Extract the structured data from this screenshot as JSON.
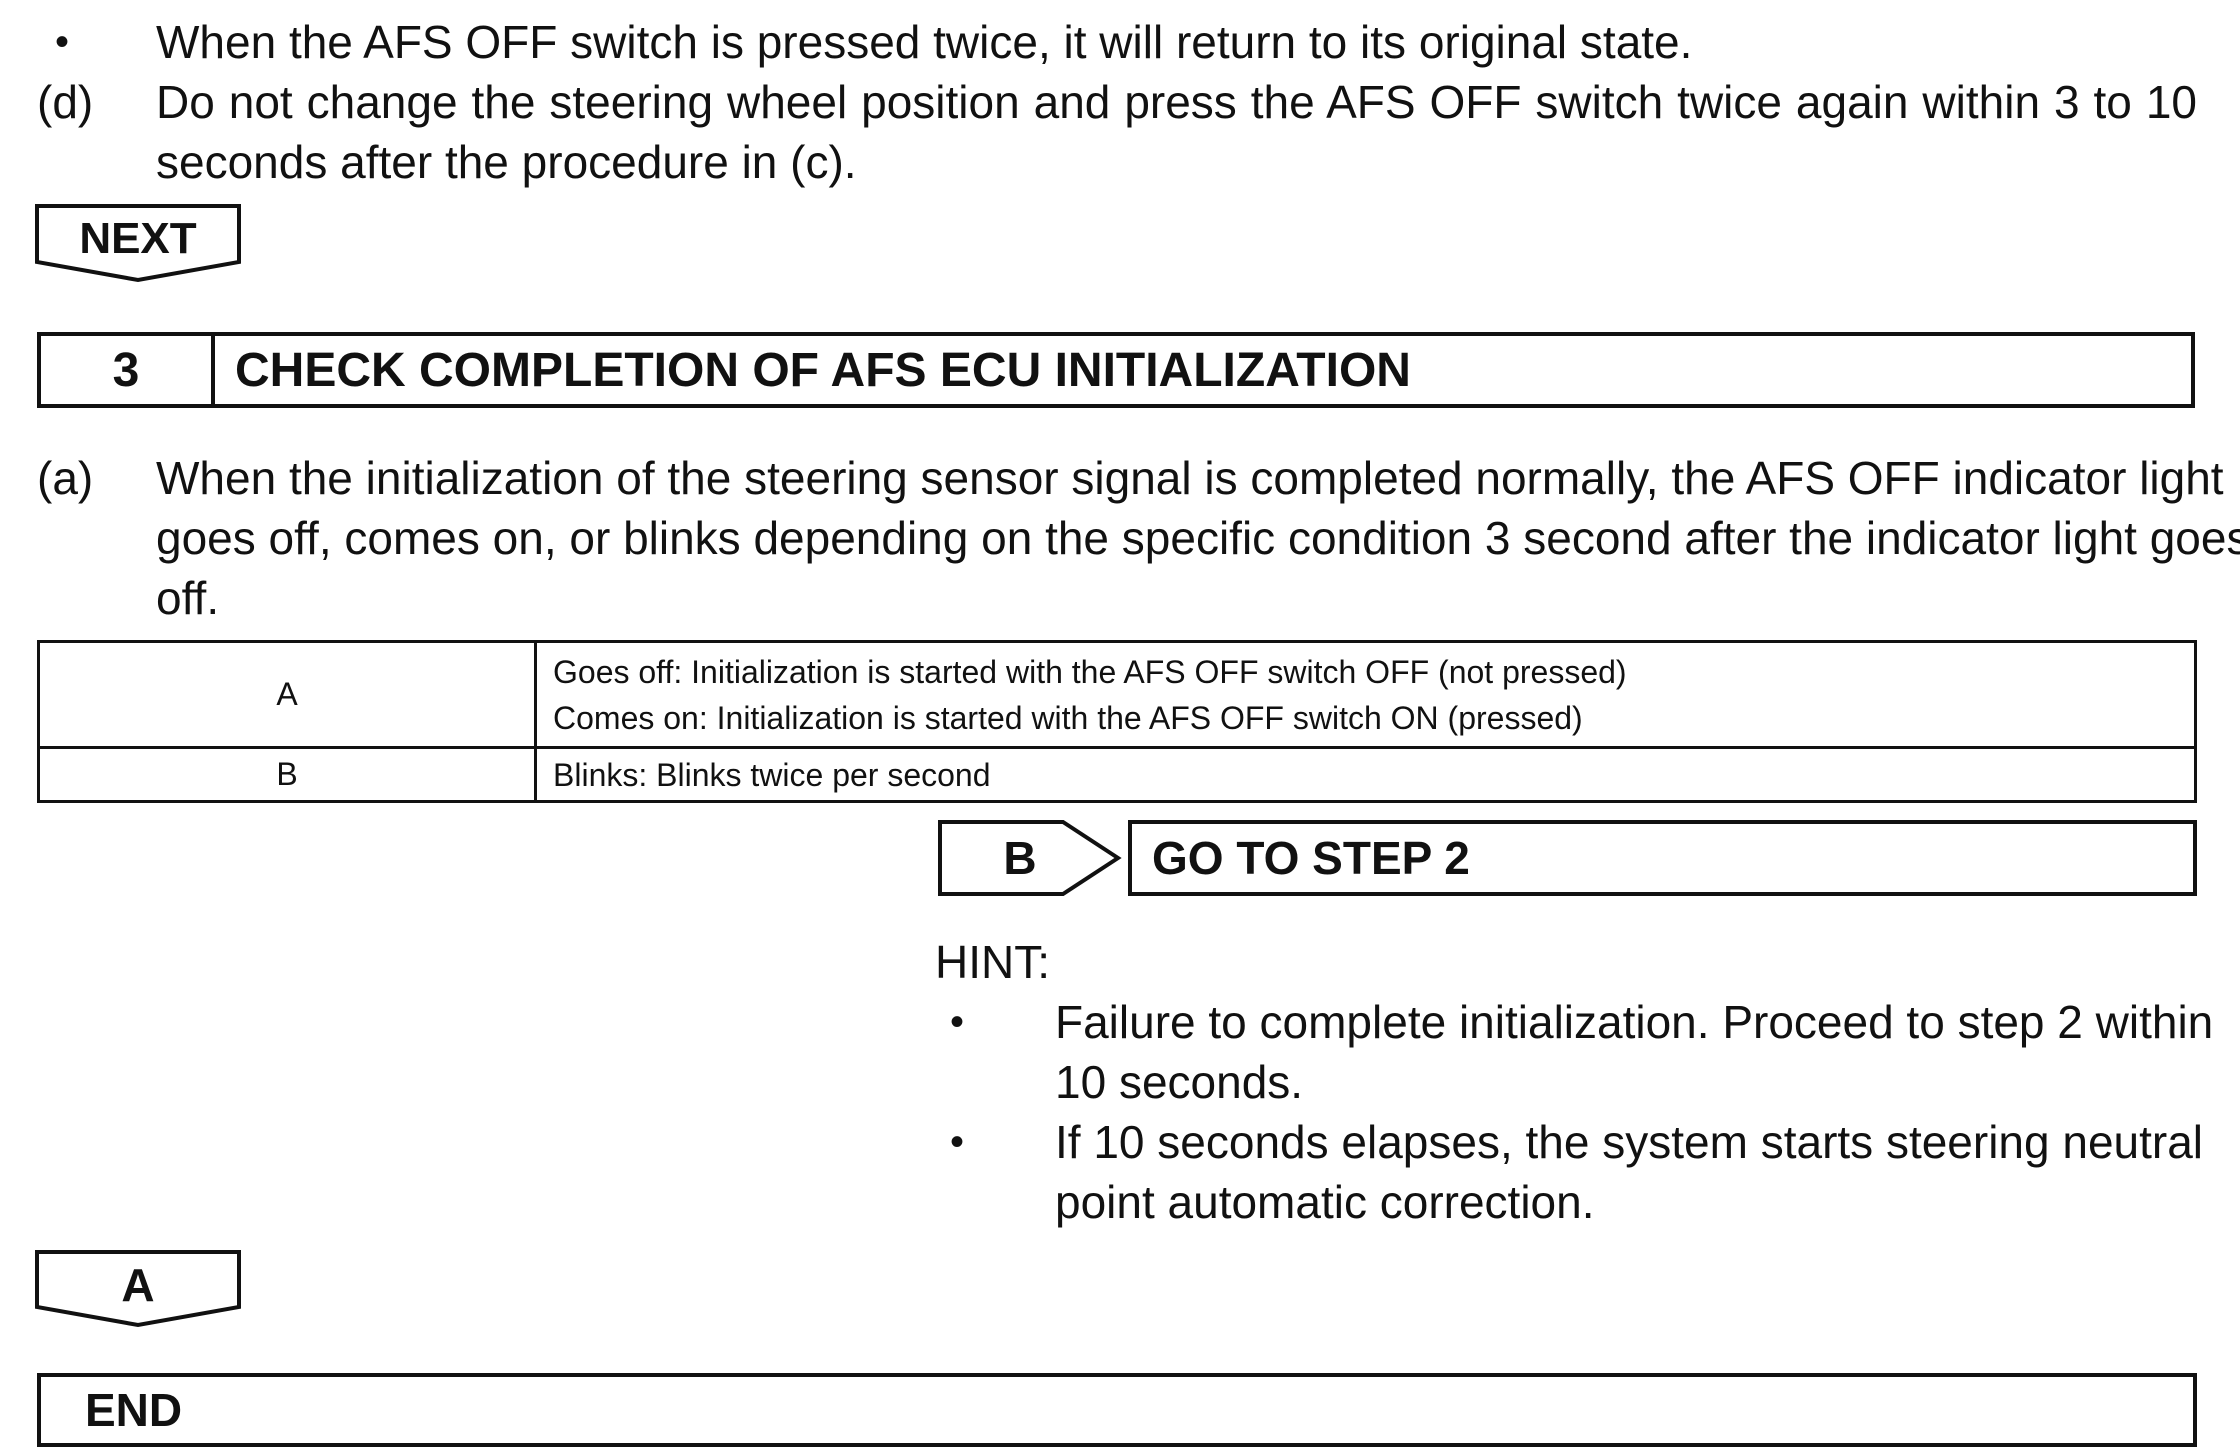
{
  "intro": {
    "bullet": "When the AFS OFF switch is pressed twice, it will return to its original state.",
    "item_d": {
      "marker": "(d)",
      "line1": "Do not change the steering wheel position and press the AFS OFF switch twice again within 3 to 10",
      "line2": "seconds after the procedure in (c)."
    },
    "next_tag": "NEXT"
  },
  "step3": {
    "number": "3",
    "title": "CHECK COMPLETION OF AFS ECU INITIALIZATION",
    "item_a": {
      "marker": "(a)",
      "line1": "When the initialization of the steering sensor signal is completed normally, the AFS OFF indicator light",
      "line2": "goes off, comes on, or blinks depending on the specific condition 3 second after the indicator light goes",
      "line3": "off."
    },
    "table": {
      "rows": [
        {
          "code": "A",
          "lines": [
            "Goes off: Initialization is started with the AFS OFF switch OFF (not pressed)",
            "Comes on: Initialization is started with the AFS OFF switch ON (pressed)"
          ]
        },
        {
          "code": "B",
          "lines": [
            "Blinks: Blinks twice per second"
          ]
        }
      ]
    },
    "branch": {
      "code": "B",
      "goto": "GO TO STEP 2"
    },
    "hint": {
      "label": "HINT:",
      "items": [
        {
          "line1": "Failure to complete initialization. Proceed to step 2 within",
          "line2": "10 seconds."
        },
        {
          "line1": "If 10 seconds elapses, the system starts steering neutral",
          "line2": "point automatic correction."
        }
      ]
    },
    "result_tag": "A"
  },
  "end_label": "END"
}
